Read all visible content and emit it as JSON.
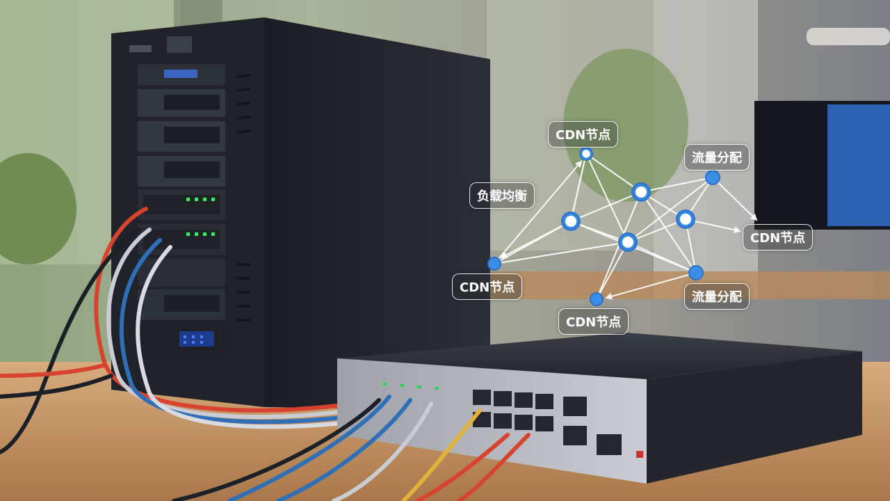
{
  "overlay": {
    "labels": {
      "cdn_top": "CDN节点",
      "traffic_top": "流量分配",
      "load_balance": "负载均衡",
      "cdn_right": "CDN节点",
      "cdn_left": "CDN节点",
      "traffic_bottom": "流量分配",
      "cdn_bottom": "CDN节点"
    },
    "colors": {
      "node_fill": "#3a8ee6",
      "node_core": "#ffffff",
      "edge": "#ffffff"
    }
  },
  "scene": {
    "colors": {
      "server_tower": "#1b1e24",
      "switch_body": "#2a2d33",
      "switch_face": "#b9bcc2",
      "desk": "#c89a6a",
      "cable_red": "#d8432f",
      "cable_blue": "#2f6fb8",
      "cable_gray": "#c9ccd2",
      "cable_yellow": "#e0b23a"
    }
  }
}
